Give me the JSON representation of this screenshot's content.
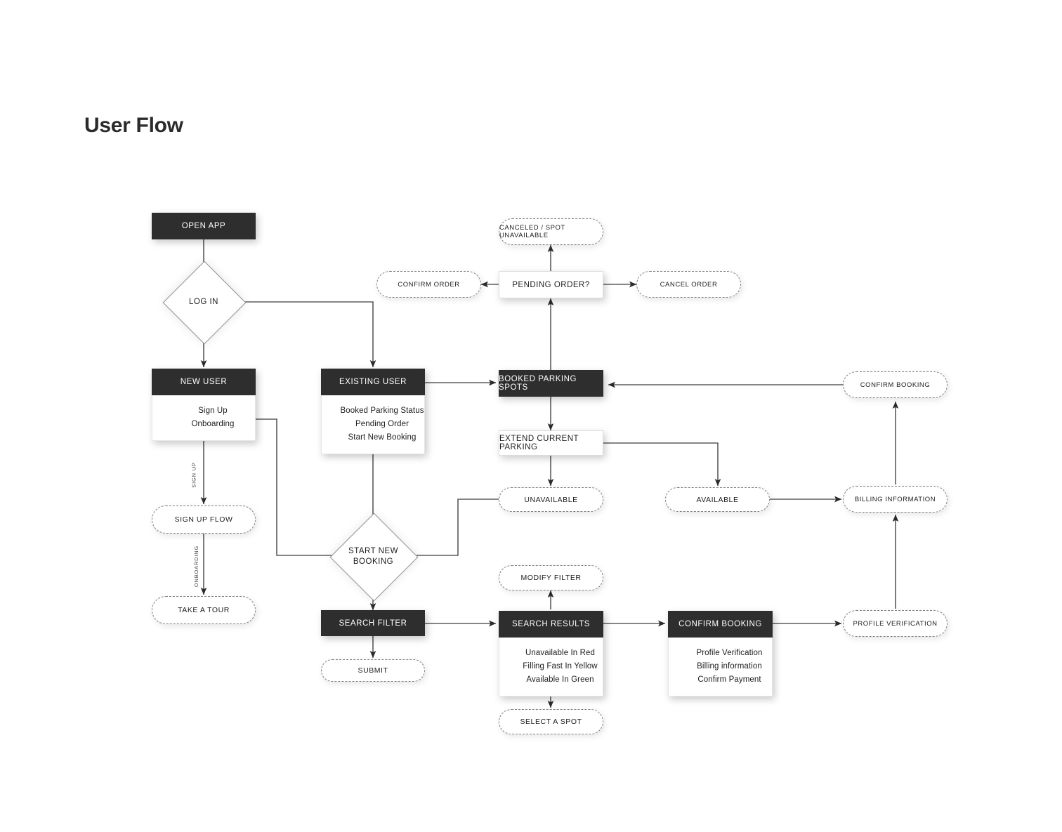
{
  "page": {
    "title": "User Flow",
    "background": "#ffffff",
    "dark_node_color": "#2e2e2e",
    "text_color": "#1d1d1d",
    "line_color": "#3c3c3c",
    "dashed_border_color": "#7e7e7e"
  },
  "nodes": {
    "open_app": {
      "label": "OPEN APP",
      "type": "dark-box"
    },
    "log_in": {
      "label": "LOG IN",
      "type": "diamond"
    },
    "new_user": {
      "label": "NEW USER",
      "type": "dark-box-with-list",
      "items": [
        "Sign Up",
        "Onboarding"
      ]
    },
    "existing_user": {
      "label": "EXISTING USER",
      "type": "dark-box-with-list",
      "items": [
        "Booked Parking Status",
        "Pending Order",
        "Start New Booking"
      ]
    },
    "sign_up_flow": {
      "label": "SIGN UP FLOW",
      "type": "dashed-pill"
    },
    "take_a_tour": {
      "label": "TAKE A TOUR",
      "type": "dashed-pill"
    },
    "start_new_booking": {
      "label_line1": "START NEW",
      "label_line2": "BOOKING",
      "type": "diamond"
    },
    "search_filter": {
      "label": "SEARCH FILTER",
      "type": "dark-box"
    },
    "submit": {
      "label": "SUBMIT",
      "type": "dashed-pill"
    },
    "canceled_spot_unavailable": {
      "label": "CANCELED / SPOT UNAVAILABLE",
      "type": "dashed-pill"
    },
    "confirm_order": {
      "label": "CONFIRM ORDER",
      "type": "dashed-pill"
    },
    "pending_order": {
      "label": "PENDING ORDER?",
      "type": "white-box"
    },
    "cancel_order": {
      "label": "CANCEL ORDER",
      "type": "dashed-pill"
    },
    "booked_parking_spots": {
      "label": "BOOKED PARKING SPOTS",
      "type": "dark-box"
    },
    "extend_current_parking": {
      "label": "EXTEND CURRENT PARKING",
      "type": "white-box"
    },
    "unavailable": {
      "label": "UNAVAILABLE",
      "type": "dashed-pill"
    },
    "available": {
      "label": "AVAILABLE",
      "type": "dashed-pill"
    },
    "modify_filter": {
      "label": "MODIFY FILTER",
      "type": "dashed-pill"
    },
    "search_results": {
      "label": "SEARCH RESULTS",
      "type": "dark-box-with-list",
      "items": [
        "Unavailable In Red",
        "Filling Fast In Yellow",
        "Available In Green"
      ]
    },
    "select_a_spot": {
      "label": "SELECT A SPOT",
      "type": "dashed-pill"
    },
    "confirm_booking_box": {
      "label": "CONFIRM BOOKING",
      "type": "dark-box-with-list",
      "items": [
        "Profile Verification",
        "Billing information",
        "Confirm Payment"
      ]
    },
    "confirm_booking_pill": {
      "label": "CONFIRM BOOKING",
      "type": "dashed-pill"
    },
    "billing_information": {
      "label": "BILLING INFORMATION",
      "type": "dashed-pill"
    },
    "profile_verification": {
      "label": "PROFILE VERIFICATION",
      "type": "dashed-pill"
    }
  },
  "edge_labels": {
    "sign_up": "SIGN UP",
    "onboarding": "ONBOARDING"
  }
}
